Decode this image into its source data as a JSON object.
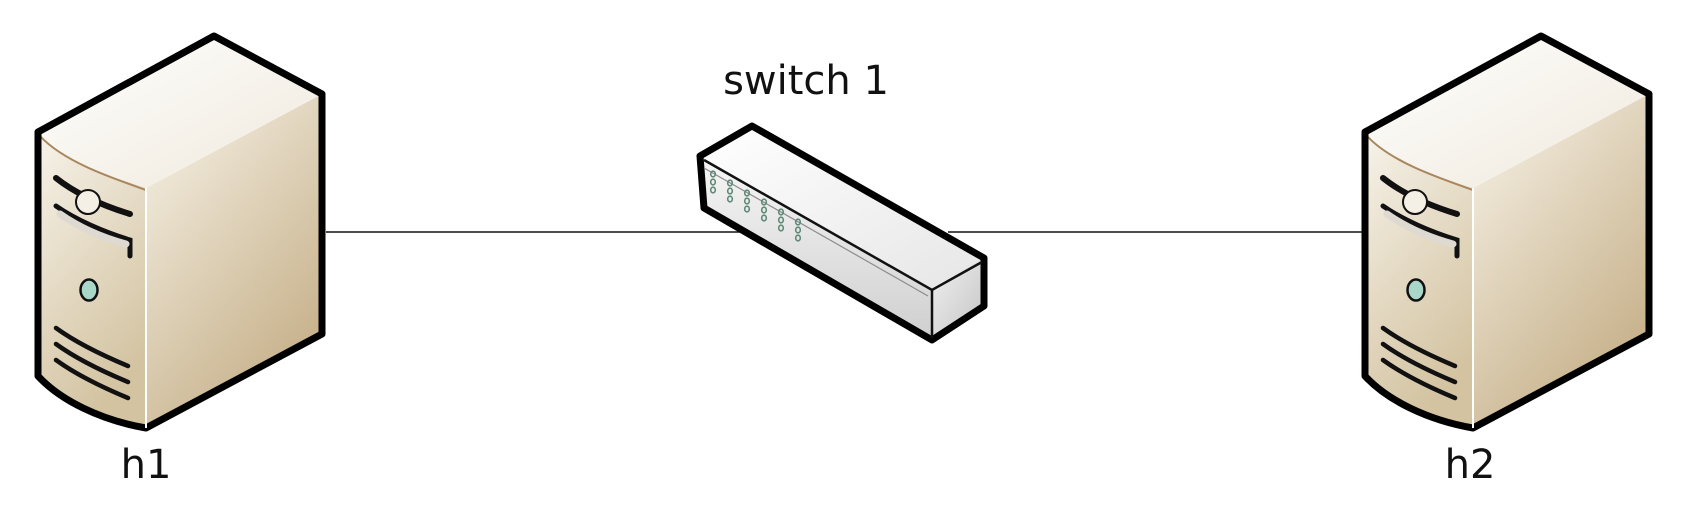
{
  "diagram": {
    "nodes": [
      {
        "id": "h1",
        "label": "h1",
        "kind": "host"
      },
      {
        "id": "s1",
        "label": "switch 1",
        "kind": "switch"
      },
      {
        "id": "h2",
        "label": "h2",
        "kind": "host"
      }
    ],
    "links": [
      {
        "from": "h1",
        "to": "s1"
      },
      {
        "from": "s1",
        "to": "h2"
      }
    ]
  },
  "colors": {
    "outline": "#000000",
    "server_front_light": "#f4efe3",
    "server_front_dark": "#d6c7a6",
    "server_side_light": "#f7f2e6",
    "server_side_dark": "#c9b48e",
    "switch_light": "#f4f4f4",
    "switch_dark": "#cfcfcf",
    "port_led": "#5f8a78",
    "power_button": "#a9d8c8"
  },
  "icons": {
    "host": "server-tower-icon",
    "switch": "network-switch-icon"
  }
}
